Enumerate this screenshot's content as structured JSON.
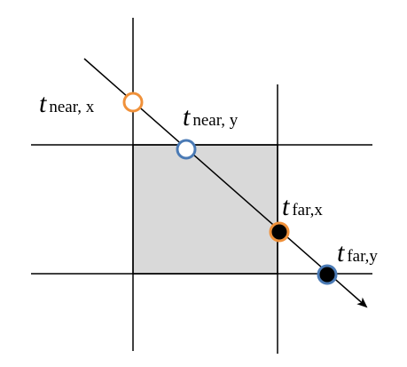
{
  "labels": {
    "near_x": {
      "main": "t",
      "sub": "near, x"
    },
    "near_y": {
      "main": "t",
      "sub": "near, y"
    },
    "far_x": {
      "main": "t",
      "sub": "far,x"
    },
    "far_y": {
      "main": "t",
      "sub": "far,y"
    }
  },
  "colors": {
    "box_fill": "#d9d9d9",
    "line": "#000000",
    "near_x_marker": "#f0913a",
    "near_y_marker": "#4a7ab5",
    "far_x_marker": "#f0913a",
    "far_y_marker": "#4a7ab5",
    "near_marker_fill": "#ffffff",
    "far_marker_fill": "#000000"
  }
}
